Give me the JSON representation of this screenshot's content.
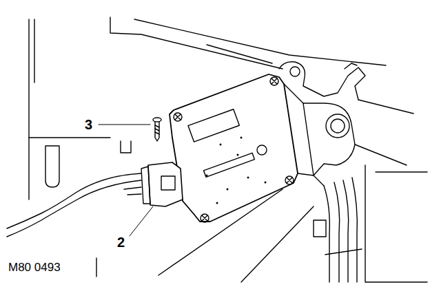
{
  "diagram": {
    "labels": [
      "3",
      "2",
      "M80 0493"
    ]
  }
}
